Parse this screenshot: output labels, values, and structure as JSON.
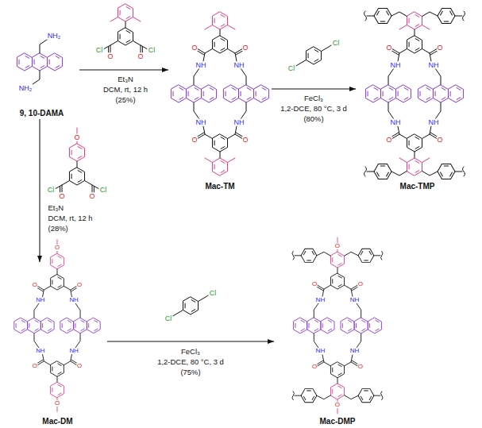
{
  "diagram": {
    "nodes": [
      {
        "text": [
          "9, 10-DAMA"
        ]
      },
      {
        "text": [
          "Mac-TM"
        ]
      },
      {
        "text": [
          "Mac-TMP"
        ]
      },
      {
        "text": [
          "Mac-DM"
        ]
      },
      {
        "text": [
          "Mac-DMP"
        ]
      }
    ],
    "edges": [
      {
        "from": 0,
        "to": 1,
        "arrow": "to"
      },
      {
        "from": 1,
        "to": 2,
        "arrow": "to"
      },
      {
        "from": 0,
        "to": 3,
        "arrow": "to"
      },
      {
        "from": 3,
        "to": 4,
        "arrow": "to"
      }
    ],
    "labels": [
      "NH₂",
      "NH₂",
      "Cl",
      "O",
      "O",
      "Cl",
      "Et₃N",
      "DCM, rt, 12 h",
      "(25%)",
      "O",
      "NH",
      "NH",
      "O",
      "NH",
      "NH",
      "O",
      "O",
      "Cl",
      "Cl",
      "FeCl₃",
      "1,2-DCE, 80 °C, 3 d",
      "(80%)",
      "O",
      "NH",
      "NH",
      "O",
      "NH",
      "NH",
      "O",
      "O",
      "O",
      "Cl",
      "O",
      "O",
      "Cl",
      "Et₃N",
      "DCM, rt, 12 h",
      "(28%)",
      "O",
      "O",
      "NH",
      "NH",
      "O",
      "NH",
      "NH",
      "O",
      "O",
      "O",
      "Cl",
      "Cl",
      "FeCl₃",
      "1,2-DCE, 80 °C, 3 d",
      "(75%)",
      "O",
      "O",
      "NH",
      "NH",
      "O",
      "NH",
      "NH",
      "O",
      "O",
      "O"
    ]
  }
}
